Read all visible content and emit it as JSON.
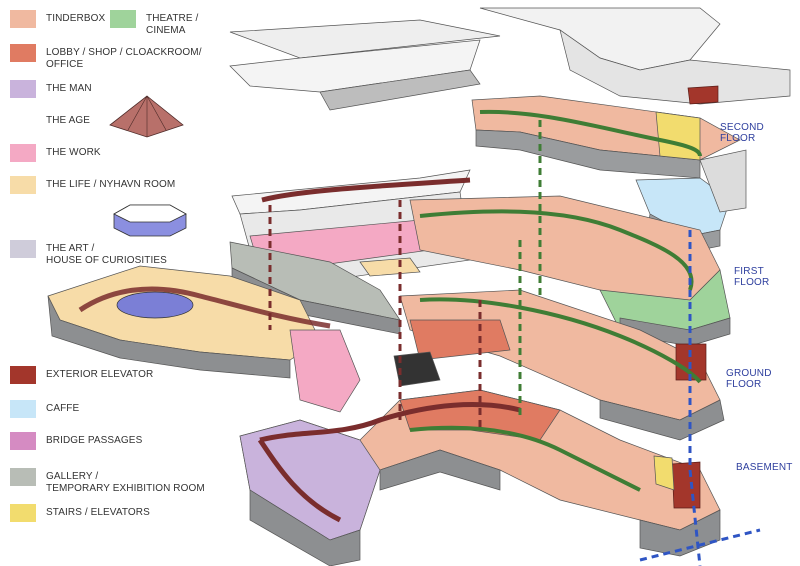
{
  "legend": {
    "items": [
      {
        "id": "tinderbox",
        "label": "TINDERBOX",
        "color": "#f0b9a0"
      },
      {
        "id": "lobby",
        "label": "LOBBY / SHOP / CLOACKROOM/\nOFFICE",
        "color": "#e07b62"
      },
      {
        "id": "man",
        "label": "THE MAN",
        "color": "#c9b3dc"
      },
      {
        "id": "age",
        "label": "THE AGE",
        "color": ""
      },
      {
        "id": "work",
        "label": "THE WORK",
        "color": "#f4a9c4"
      },
      {
        "id": "life",
        "label": "THE LIFE / NYHAVN ROOM",
        "color": "#f7dca8"
      },
      {
        "id": "art",
        "label": "THE ART /\nHOUSE OF CURIOSITIES",
        "color": "#cfccda"
      },
      {
        "id": "elevator",
        "label": "EXTERIOR ELEVATOR",
        "color": "#a3362b"
      },
      {
        "id": "caffe",
        "label": "CAFFE",
        "color": "#c7e6f8"
      },
      {
        "id": "bridge",
        "label": "BRIDGE PASSAGES",
        "color": "#d58bc2"
      },
      {
        "id": "gallery",
        "label": "GALLERY /\nTEMPORARY EXHIBITION ROOM",
        "color": "#b8bdb6"
      },
      {
        "id": "stairs",
        "label": "STAIRS / ELEVATORS",
        "color": "#f2dc6e"
      }
    ],
    "theatre": {
      "label": "THEATRE / CINEMA",
      "color": "#9fd39b"
    }
  },
  "floors": {
    "second": "SECOND FLOOR",
    "first": "FIRST FLOOR",
    "ground": "GROUND FLOOR",
    "basement": "BASEMENT"
  },
  "colors": {
    "route_red": "#7a2d2d",
    "route_green": "#3f7d35",
    "route_blue": "#2f55c4",
    "wall_gray": "#8d8f91",
    "wall_light": "#b4b6b8",
    "roof": "#e9e9e9"
  }
}
